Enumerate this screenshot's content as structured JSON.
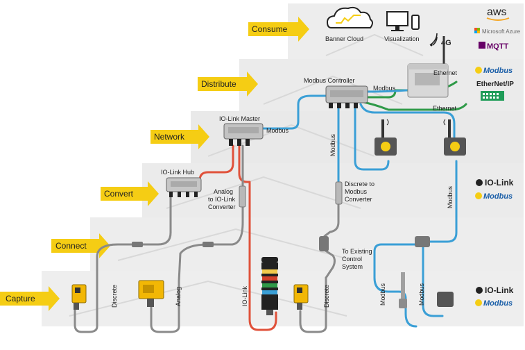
{
  "tiers": [
    {
      "label": "Consume"
    },
    {
      "label": "Distribute"
    },
    {
      "label": "Network"
    },
    {
      "label": "Convert"
    },
    {
      "label": "Connect"
    },
    {
      "label": "Capture"
    }
  ],
  "devices": {
    "banner_cloud": "Banner Cloud",
    "visualization": "Visualization",
    "cell_4g": "4G",
    "modbus_controller": "Modbus Controller",
    "io_link_master": "IO-Link Master",
    "io_link_hub": "IO-Link Hub",
    "analog_converter": [
      "Analog",
      "to IO-Link",
      "Converter"
    ],
    "discrete_modbus_converter": [
      "Discrete to",
      "Modbus",
      "Converter"
    ],
    "existing_control": [
      "To Existing",
      "Control",
      "System"
    ]
  },
  "cable_labels": {
    "ethernet_top": "Ethernet",
    "ethernet_mid": "Ethernet",
    "modbus_controller_out": "Modbus",
    "modbus_master_out": "Modbus",
    "modbus_vertical": "Modbus",
    "modbus_right": "Modbus",
    "discrete_left": "Discrete",
    "analog": "Analog",
    "io_link": "IO-Link",
    "discrete_mid": "Discrete",
    "modbus_bottom_1": "Modbus",
    "modbus_bottom_2": "Modbus"
  },
  "logos": {
    "aws": "aws",
    "azure": "Microsoft Azure",
    "mqtt": "MQTT",
    "modbus": "Modbus",
    "ethernet_ip": "EtherNet/IP",
    "io_link": "IO-Link"
  },
  "colors": {
    "tier_arrow": "#f5cd14",
    "modbus_cable": "#3a9fd6",
    "ethernet_cable": "#2f9a48",
    "io_link_cable": "#e0513a",
    "generic_cable": "#8a8a8a",
    "step_bg": "#ececec"
  }
}
